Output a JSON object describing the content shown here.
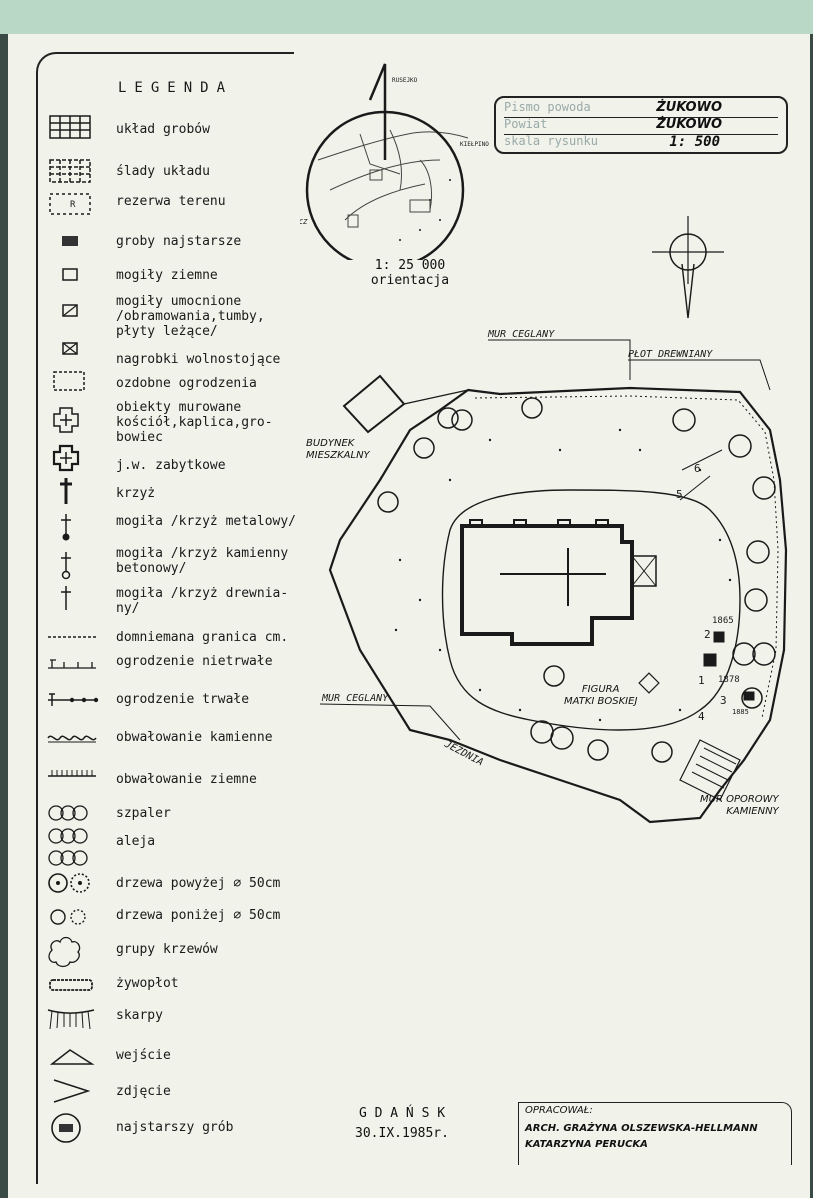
{
  "legend": {
    "title": "LEGENDA",
    "items": [
      {
        "label": "układ grobów"
      },
      {
        "label": "ślady układu"
      },
      {
        "label": "rezerwa terenu"
      },
      {
        "label": "groby najstarsze"
      },
      {
        "label": "mogiły ziemne"
      },
      {
        "label": "mogiły umocnione\n/obramowania,tumby,\npłyty leżące/"
      },
      {
        "label": "nagrobki wolnostojące"
      },
      {
        "label": "ozdobne ogrodzenia"
      },
      {
        "label": "obiekty murowane\nkościół,kaplica,gro-\nbowiec"
      },
      {
        "label": "j.w. zabytkowe"
      },
      {
        "label": "krzyż"
      },
      {
        "label": "mogiła /krzyż metalowy/"
      },
      {
        "label": "mogiła /krzyż kamienny\nbetonowy/"
      },
      {
        "label": "mogiła /krzyż drewnia-\n        ny/"
      },
      {
        "label": "domniemana granica cm."
      },
      {
        "label": "ogrodzenie nietrwałe"
      },
      {
        "label": "ogrodzenie trwałe"
      },
      {
        "label": "obwałowanie kamienne"
      },
      {
        "label": "obwałowanie ziemne"
      },
      {
        "label": "szpaler"
      },
      {
        "label": "aleja"
      },
      {
        "label": "drzewa powyżej ∅ 50cm"
      },
      {
        "label": "drzewa poniżej ∅ 50cm"
      },
      {
        "label": "grupy krzewów"
      },
      {
        "label": "żywopłot"
      },
      {
        "label": "skarpy"
      },
      {
        "label": "wejście"
      },
      {
        "label": "zdjęcie"
      },
      {
        "label": "najstarszy grób"
      }
    ]
  },
  "title_block": {
    "row1_label": "Pismo powoda",
    "row1_value": "ŻUKOWO",
    "row2_label": "Powiat",
    "row2_value": "ŻUKOWO",
    "row3_label": "skala rysunku",
    "row3_value": "1: 500"
  },
  "orientation": {
    "scale": "1: 25 000",
    "caption": "orientacja",
    "label_top": "RUSEJKO",
    "label_right": "KIEŁPINO",
    "label_left": "GLINCZ"
  },
  "plan": {
    "labels": {
      "mur_top": "MUR CEGLANY",
      "plot": "PŁOT DREWNIANY",
      "budynek": "BUDYNEK\nMIESZKALNY",
      "mur_left": "MUR CEGLANY",
      "jezdnia": "JEZDNIA",
      "figura": "FIGURA\nMATKI BOSKIEJ",
      "mur_oporowy": "MUR OPOROWY\nKAMIENNY",
      "year1": "1865",
      "year2": "1878",
      "year3": "1885",
      "n1": "1",
      "n2": "2",
      "n3": "3",
      "n4": "4",
      "n5": "5",
      "n6": "6"
    }
  },
  "footer": {
    "city": "G D A Ń S K",
    "date": "30.IX.1985r.",
    "prepared_label": "OPRACOWAŁ:",
    "author1": "ARCH. GRAŻYNA OLSZEWSKA-HELLMANN",
    "author2": "KATARZYNA PERUCKA"
  },
  "colors": {
    "paper": "#f1f2ea",
    "ink": "#1a1a1a",
    "band": "#b9d8c5",
    "background": "#3a4a44"
  }
}
